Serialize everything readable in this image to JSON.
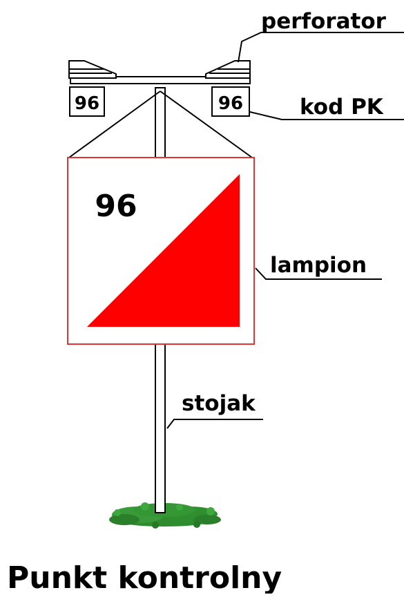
{
  "diagram": {
    "title": "Punkt kontrolny",
    "control_code": "96",
    "labels": {
      "perforator": "perforator",
      "code": "kod PK",
      "flag": "lampion",
      "stand": "stojak"
    },
    "colors": {
      "flag_red": "#FF0000",
      "flag_border": "#E33333",
      "grass": "#2E8B2E",
      "lines": "#000000",
      "background": "#FFFFFF"
    }
  }
}
